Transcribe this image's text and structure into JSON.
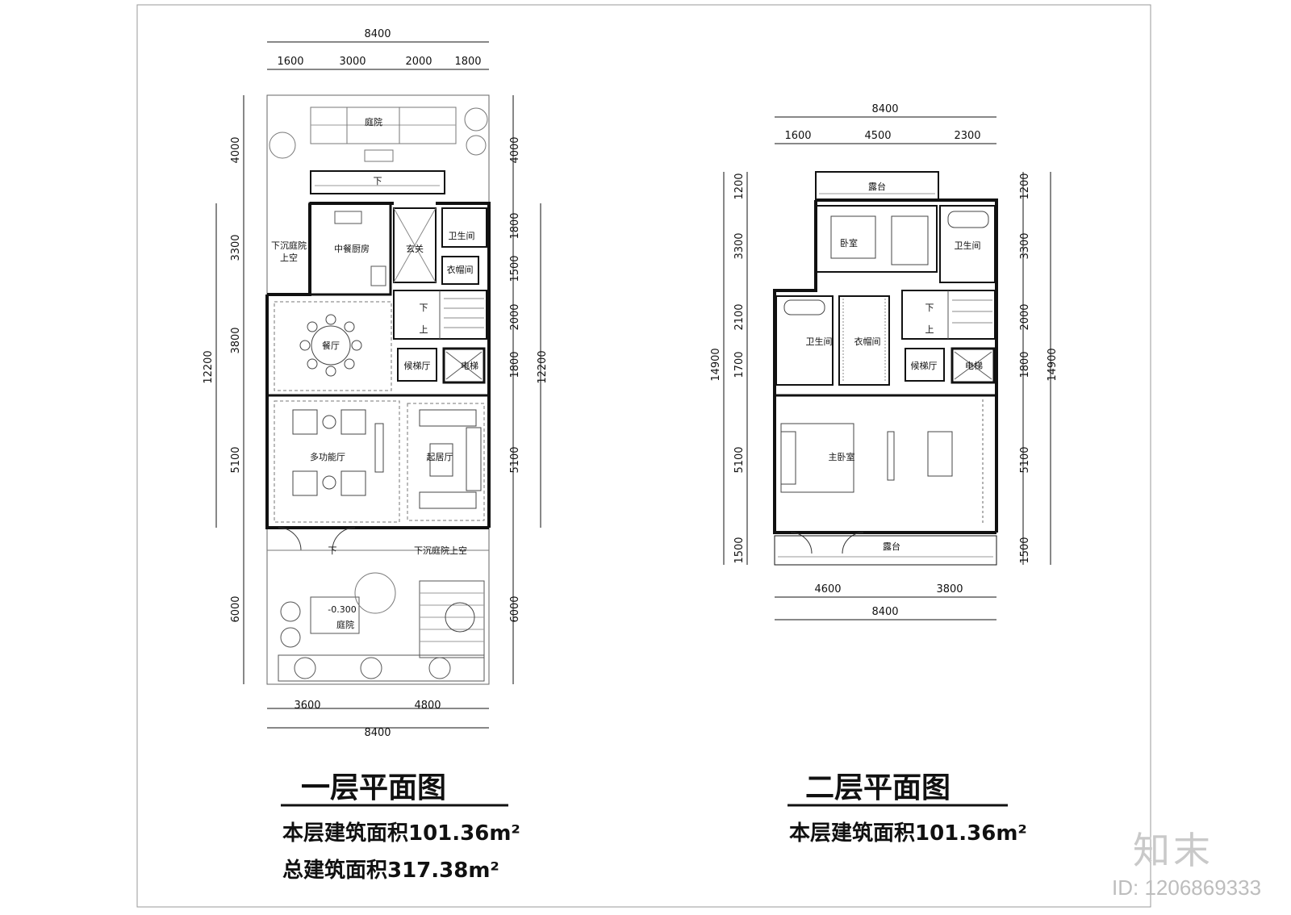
{
  "floor1": {
    "title": "一层平面图",
    "area_line": "本层建筑面积101.36m²",
    "total_line": "总建筑面积317.38m²",
    "dims_top_total": "8400",
    "dims_top": [
      "1600",
      "3000",
      "2000",
      "1800"
    ],
    "dims_bottom": [
      "3600",
      "4800"
    ],
    "dims_bottom_total": "8400",
    "dims_left": [
      "4000",
      "3300",
      "3800",
      "5100",
      "6000"
    ],
    "dims_left_total": "12200",
    "dims_right": [
      "4000",
      "1800",
      "1500",
      "2000",
      "1800",
      "5100",
      "6000"
    ],
    "dims_right_total": "12200",
    "rooms": {
      "courtyard_top": "庭院",
      "sunken": "下沉庭院",
      "sunken2": "上空",
      "kitchen": "中餐厨房",
      "foyer": "玄关",
      "wc": "卫生间",
      "cloak": "衣帽间",
      "dining": "餐厅",
      "lift_lobby": "候梯厅",
      "elevator": "电梯",
      "multi": "多功能厅",
      "living": "起居厅",
      "sunken_bottom": "下沉庭院上空",
      "courtyard_bottom": "庭院",
      "level": "-0.300",
      "down": "下",
      "up": "上"
    }
  },
  "floor2": {
    "title": "二层平面图",
    "area_line": "本层建筑面积101.36m²",
    "dims_top_total": "8400",
    "dims_top": [
      "1600",
      "4500",
      "2300"
    ],
    "dims_bottom": [
      "4600",
      "3800"
    ],
    "dims_bottom_total": "8400",
    "dims_left": [
      "1200",
      "3300",
      "2100",
      "1700",
      "5100",
      "1500"
    ],
    "dims_left_total": "14900",
    "dims_right": [
      "1200",
      "3300",
      "2000",
      "1800",
      "5100",
      "1500"
    ],
    "dims_right_total": "14900",
    "rooms": {
      "terrace_top": "露台",
      "bedroom": "卧室",
      "wc_right": "卫生间",
      "wc_left": "卫生间",
      "cloak": "衣帽间",
      "lift_lobby": "候梯厅",
      "elevator": "电梯",
      "master": "主卧室",
      "terrace_bottom": "露台",
      "down": "下",
      "up": "上"
    }
  },
  "watermark": {
    "brand": "知末",
    "id": "ID: 1206869333"
  }
}
